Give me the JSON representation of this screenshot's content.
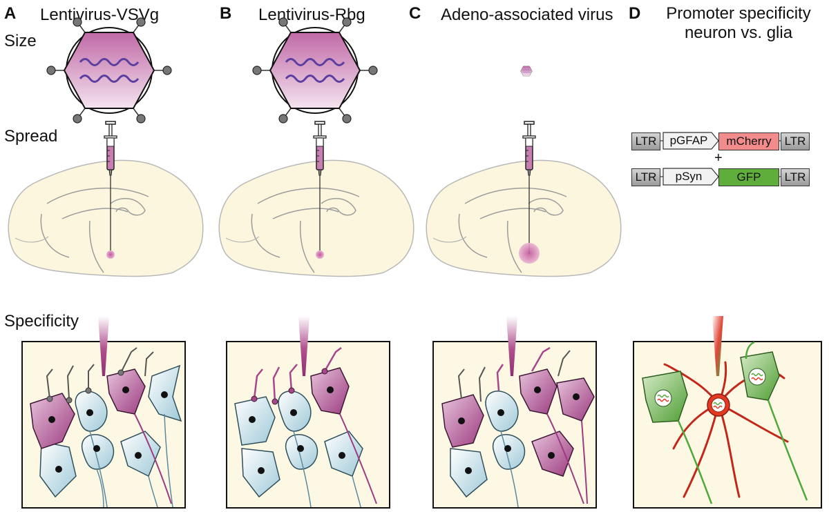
{
  "panels": [
    {
      "letter": "A",
      "title": "Lentivirus-VSVg"
    },
    {
      "letter": "B",
      "title": "Lentivirus-Rbg"
    },
    {
      "letter": "C",
      "title": "Adeno-associated virus"
    },
    {
      "letter": "D",
      "title_line1": "Promoter specificity",
      "title_line2": "neuron vs. glia"
    }
  ],
  "row_labels": {
    "size": "Size",
    "spread": "Spread",
    "specificity": "Specificity"
  },
  "constructs": [
    {
      "ltr_left": "LTR",
      "promoter": "pGFAP",
      "reporter": "mCherry",
      "ltr_right": "LTR"
    },
    {
      "ltr_left": "LTR",
      "promoter": "pSyn",
      "reporter": "GFP",
      "ltr_right": "LTR"
    }
  ],
  "construct_plus": "+",
  "colors": {
    "virus_magenta": "#b0508e",
    "brain_fill": "#fbf6dd",
    "cell_blue": "#cfe6ee",
    "cell_magenta": "#a7468a",
    "box_bg": "#fdf8e3",
    "gfp_green": "#5fae3c",
    "mcherry_red": "#f28b8b",
    "astro_red": "#e23a22"
  }
}
